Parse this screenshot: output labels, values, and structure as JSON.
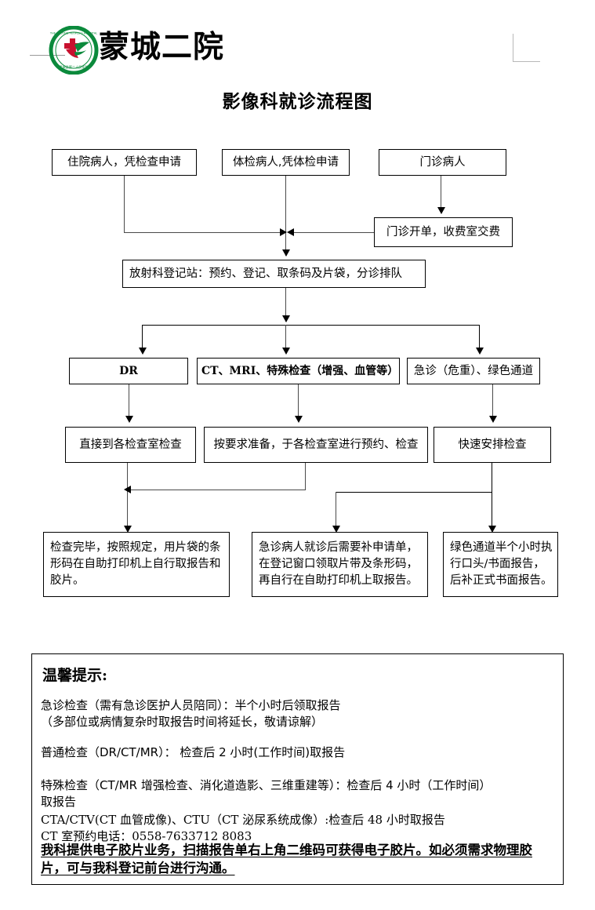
{
  "header": {
    "hospital_name": "蒙城二院",
    "logo_icon": "hospital-cross-bird-logo",
    "crop_mark_icon": "corner-crop-mark-icon"
  },
  "document": {
    "title": "影像科就诊流程图"
  },
  "flowchart": {
    "nodes": [
      {
        "id": "inpatient",
        "label": "住院病人，凭检查申请"
      },
      {
        "id": "checkup",
        "label": "体检病人,凭体检申请"
      },
      {
        "id": "outpatient",
        "label": "门诊病人"
      },
      {
        "id": "billing",
        "label": "门诊开单，收费室交费"
      },
      {
        "id": "registration",
        "label": "放射科登记站：预约、登记、取条码及片袋，分诊排队"
      },
      {
        "id": "dr",
        "label": "DR"
      },
      {
        "id": "ct-mri",
        "label": "CT、MRI、特殊检查（增强、血管等）"
      },
      {
        "id": "emergency",
        "label": "急诊（危重）、绿色通道"
      },
      {
        "id": "direct-exam",
        "label": "直接到各检查室检查"
      },
      {
        "id": "prepare-exam",
        "label": "按要求准备，于各检查室进行预约、检查"
      },
      {
        "id": "fast-exam",
        "label": "快速安排检查"
      },
      {
        "id": "self-print",
        "label": "检查完毕，按照规定，用片袋的条形码在自助打印机上自行取报告和胶片。"
      },
      {
        "id": "emergency-supplement",
        "label": "急诊病人就诊后需要补申请单，在登记窗口领取片带及条形码，再自行在自助打印机上取报告。"
      },
      {
        "id": "green-channel-report",
        "label": "绿色通道半个小时执行口头/书面报告，后补正式书面报告。"
      }
    ]
  },
  "notes": {
    "title": "温馨提示:",
    "lines": [
      "急诊检查（需有急诊医护人员陪同）：半个小时后领取报告",
      "（多部位或病情复杂时取报告时间将延长，敬请谅解）",
      "普通检查（DR/CT/MR）： 检查后 2 小时(工作时间)取报告",
      "特殊检查（CT/MR 增强检查、消化道造影、三维重建等）：检查后 4 小时（工作时间）",
      "取报告",
      "CTA/CTV(CT 血管成像)、CTU（CT 泌尿系统成像）:检查后 48 小时取报告",
      "CT 室预约电话：0558-7633712 8083"
    ],
    "final_note": "我科提供电子胶片业务，扫描报告单右上角二维码可获得电子胶片。如必须需求物理胶片，可与我科登记前台进行沟通。"
  }
}
